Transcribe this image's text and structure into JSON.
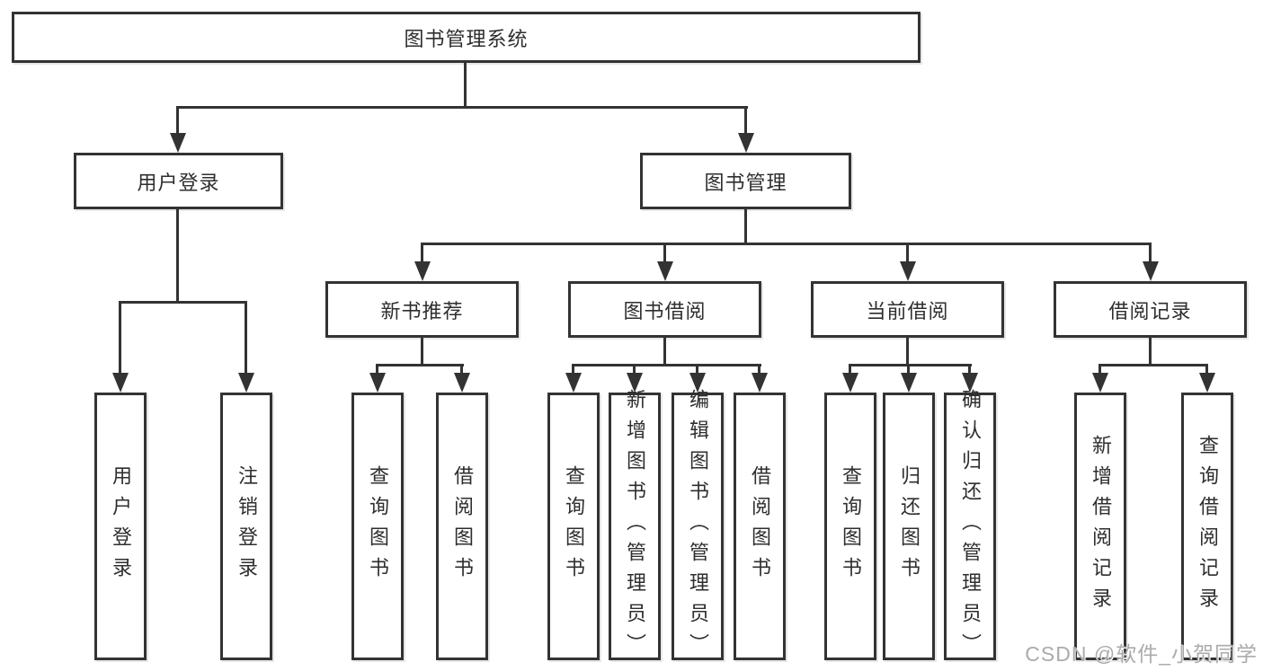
{
  "colors": {
    "line": "#333333",
    "text": "#2e2e2e",
    "background": "#ffffff",
    "watermark": "#ababab"
  },
  "watermark": {
    "text": "CSDN @软件_小贺同学"
  },
  "tree": {
    "label": "图书管理系统",
    "children": [
      {
        "label": "用户登录",
        "children": [
          {
            "label": "用户登录"
          },
          {
            "label": "注销登录"
          }
        ]
      },
      {
        "label": "图书管理",
        "children": [
          {
            "label": "新书推荐",
            "children": [
              {
                "label": "查询图书"
              },
              {
                "label": "借阅图书"
              }
            ]
          },
          {
            "label": "图书借阅",
            "children": [
              {
                "label": "查询图书"
              },
              {
                "label": "新增图书（管理员）"
              },
              {
                "label": "编辑图书（管理员）"
              },
              {
                "label": "借阅图书"
              }
            ]
          },
          {
            "label": "当前借阅",
            "children": [
              {
                "label": "查询图书"
              },
              {
                "label": "归还图书"
              },
              {
                "label": "确认归还（管理员）"
              }
            ]
          },
          {
            "label": "借阅记录",
            "children": [
              {
                "label": "新增借阅记录"
              },
              {
                "label": "查询借阅记录"
              }
            ]
          }
        ]
      }
    ]
  }
}
